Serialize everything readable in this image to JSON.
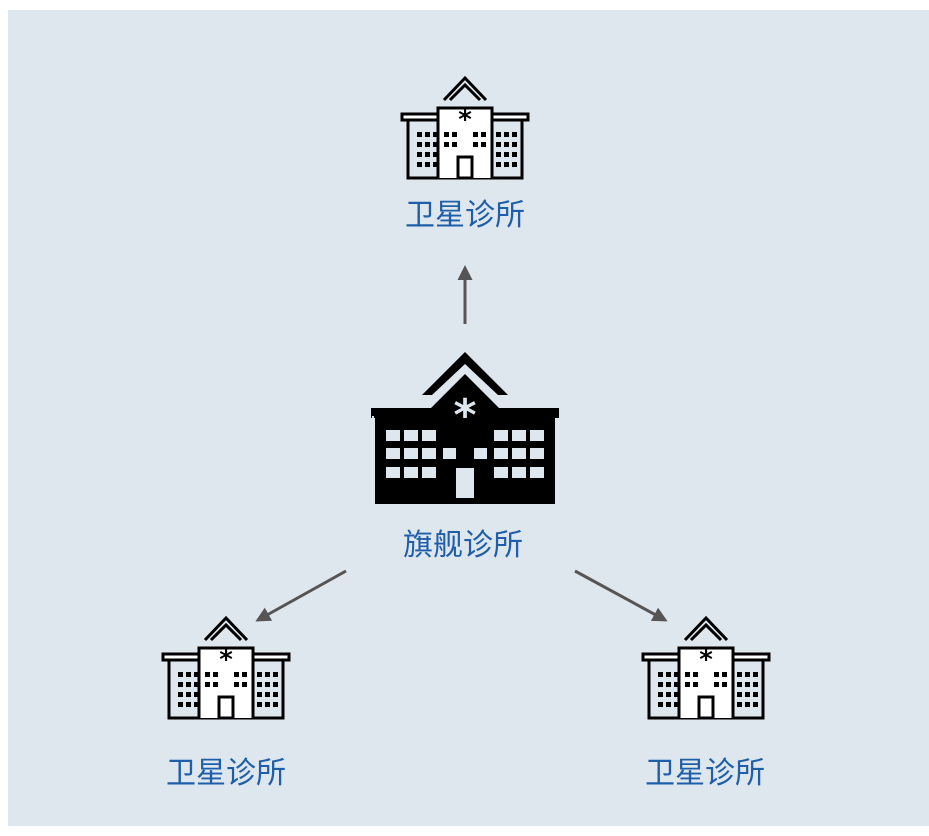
{
  "diagram": {
    "hub": {
      "label": "旗舰诊所",
      "icon": "hospital-icon"
    },
    "satellites": [
      {
        "label": "卫星诊所",
        "icon": "hospital-outline-icon"
      },
      {
        "label": "卫星诊所",
        "icon": "hospital-outline-icon"
      },
      {
        "label": "卫星诊所",
        "icon": "hospital-outline-icon"
      }
    ],
    "colors": {
      "background": "#dee6ee",
      "label": "#1f5ea8",
      "arrow": "#555555",
      "icon": "#000000"
    }
  }
}
